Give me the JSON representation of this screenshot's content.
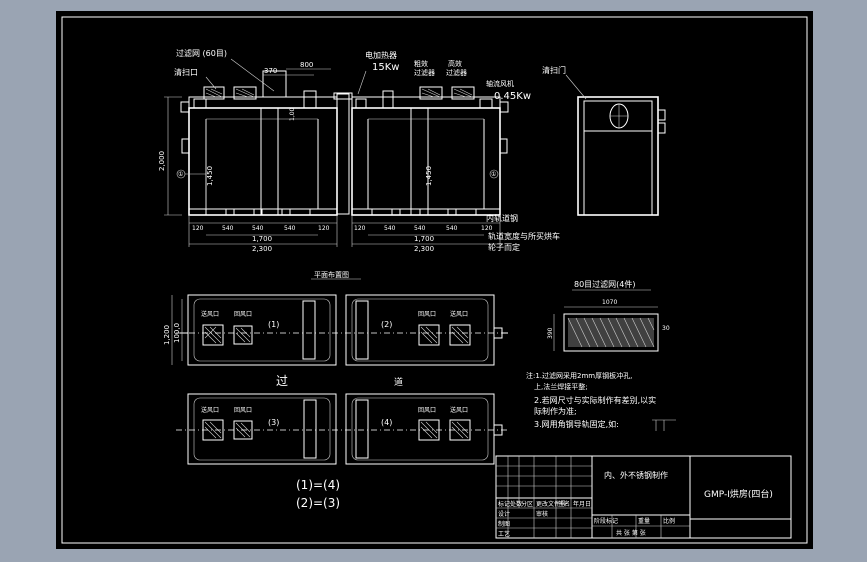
{
  "drawing": {
    "elevation": {
      "labels": {
        "filter_mesh": "过滤网 (60目)",
        "cleanout_left": "清扫口",
        "heater": "电加热器",
        "heater_power": "15Kw",
        "coarse_filter": "粗效",
        "coarse_filter_net": "过滤器",
        "hepa": "高效",
        "hepa_net": "过滤器",
        "fan": "轴流风机",
        "fan_power": "0.45Kw",
        "cleanout_right": "清扫门",
        "inner_rails": "内轨道钢",
        "rail_track": "轨道宽度与所买烘车",
        "wheel_fix": "轮子而定",
        "height_total": "2,000",
        "height_inner": "1,450",
        "height_inner_right": "1,450",
        "height_small": "1,00",
        "dim_top_a": "370",
        "dim_top_b": "800",
        "dim_bottom_inner": "1,700",
        "dim_bottom_outer": "2,300",
        "dim_bottom_inner_right": "1,700",
        "dim_bottom_outer_right": "2,300",
        "dim_segments": [
          "120",
          "540",
          "540",
          "540",
          "120"
        ],
        "dim_segments_right": [
          "120",
          "540",
          "540",
          "540",
          "120"
        ],
        "marker_left": "①",
        "marker_right": "①"
      }
    },
    "plan": {
      "title": "平面布置图",
      "aisle_left": "过",
      "aisle_right": "道",
      "room_labels": [
        "(1)",
        "(2)",
        "(3)",
        "(4)"
      ],
      "outlet_label": "送风口",
      "return_label": "回风口",
      "dim_height_outer": "1,200",
      "dim_height_inner": "100,0",
      "equation_1": "(1)=(4)",
      "equation_2": "(2)=(3)"
    },
    "filter_detail": {
      "title": "80目过滤网(4件)",
      "dim_width": "1070",
      "dim_height": "390",
      "dim_thickness": "30"
    },
    "notes": {
      "line1": "注:1.过滤网采用2mm厚钢板冲孔,",
      "line1b": "上,法兰焊接平整;",
      "line2": "2.若网尺寸与实际制作有差别,以实",
      "line2b": "际制作为准;",
      "line3": "3.网用角钢导轨固定,如:"
    },
    "title_block": {
      "description": "内、外不锈钢制作",
      "name": "GMP-Ⅰ烘房(四台)",
      "row_labels": [
        "设计",
        "制图",
        "审核",
        "工艺"
      ],
      "row_cells": [
        "标记",
        "处数",
        "分区",
        "更改文件号",
        "签名",
        "年月日"
      ],
      "mid_cells": [
        "阶段标记",
        "重量",
        "比例"
      ],
      "sheet": "共 张 第 张"
    }
  }
}
